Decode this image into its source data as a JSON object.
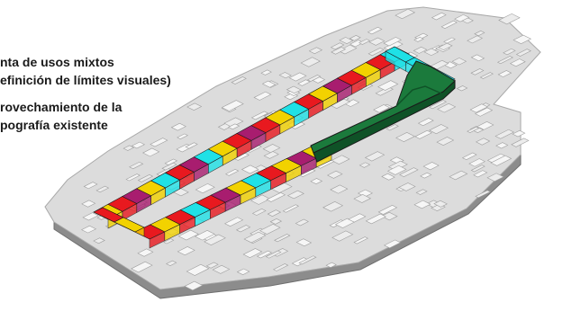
{
  "labels": {
    "line1": "nta de usos mixtos",
    "line2": "efinición de límites visuales)",
    "line3": "rovechamiento de la",
    "line4": "pografía existente"
  },
  "colors": {
    "background": "#ffffff",
    "city_fill": "#dcdcdc",
    "city_shadow": "#9e9e9e",
    "base_edge": "#6f6f6f",
    "yellow": "#f2d200",
    "red": "#e8191f",
    "cyan": "#1fe1e6",
    "magenta": "#a81d6f",
    "green": "#1b7a3c",
    "green_dark": "#0f5227",
    "outline": "#1a1a1a"
  },
  "ring_sequences": {
    "front_bar": [
      "red",
      "yellow",
      "red",
      "cyan",
      "red",
      "magenta",
      "yellow",
      "cyan",
      "red",
      "yellow",
      "magenta",
      "yellow"
    ],
    "back_bar": [
      "yellow",
      "red",
      "magenta",
      "yellow",
      "cyan",
      "red",
      "magenta",
      "cyan",
      "yellow",
      "red",
      "magenta",
      "red",
      "yellow",
      "cyan",
      "red",
      "yellow",
      "magenta",
      "red",
      "yellow",
      "red",
      "cyan"
    ]
  },
  "icons": [
    "city-block-icon"
  ]
}
